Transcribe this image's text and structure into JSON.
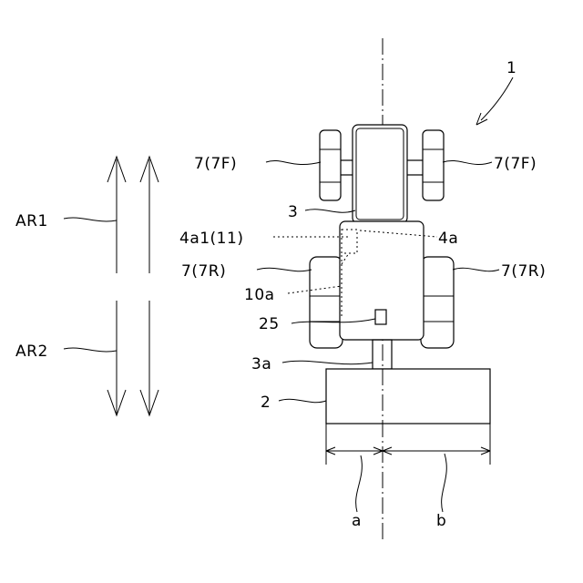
{
  "labels": {
    "ref_1": "1",
    "front_left_wheel": "7(7F)",
    "front_right_wheel": "7(7F)",
    "body_3": "3",
    "part_4a1": "4a1(11)",
    "part_4a": "4a",
    "rear_left_wheel": "7(7R)",
    "rear_right_wheel": "7(7R)",
    "part_10a": "10a",
    "part_25": "25",
    "part_3a": "3a",
    "implement_2": "2",
    "dim_a": "a",
    "dim_b": "b",
    "dir_ar1": "AR1",
    "dir_ar2": "AR2"
  }
}
